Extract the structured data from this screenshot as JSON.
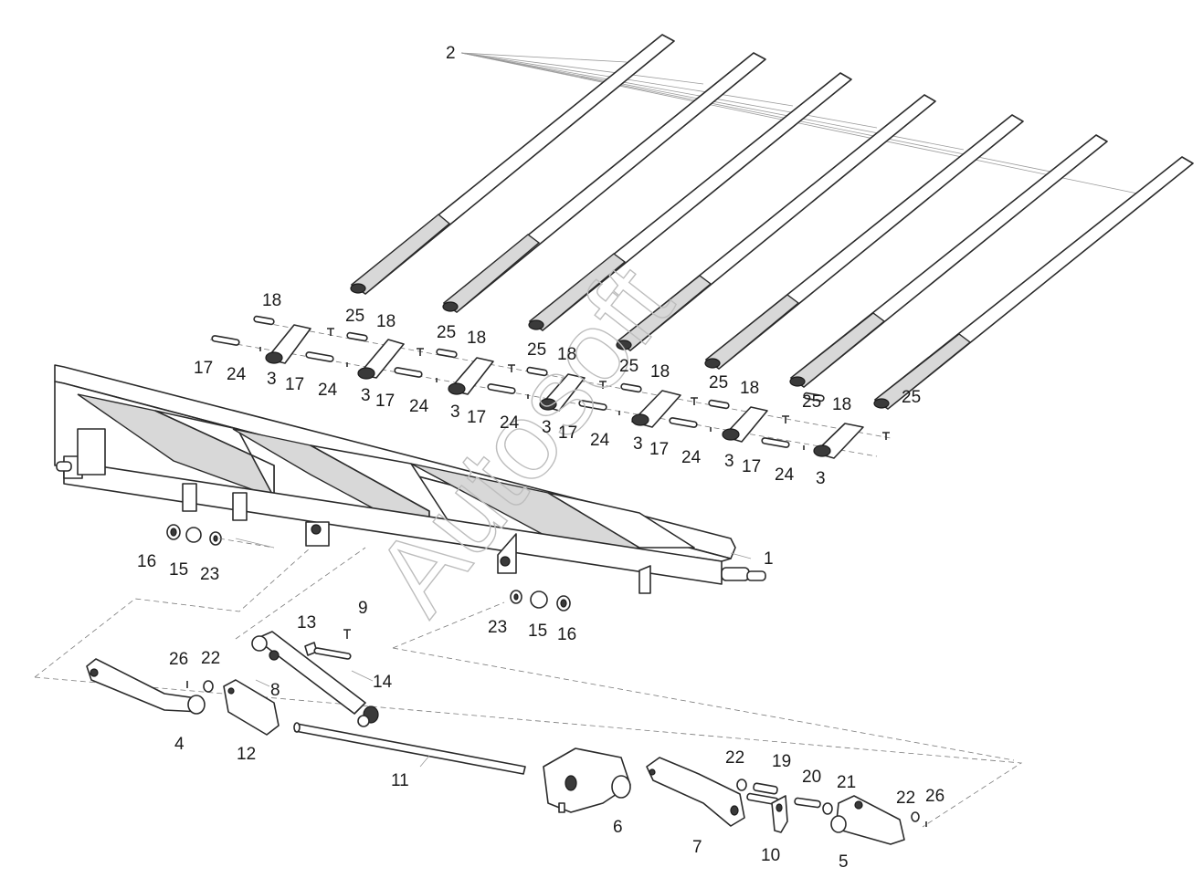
{
  "watermark": "Autosoft",
  "callouts": {
    "c1": "1",
    "c2": "2",
    "c3": "3",
    "c4": "4",
    "c5": "5",
    "c6": "6",
    "c7": "7",
    "c8": "8",
    "c9": "9",
    "c10": "10",
    "c11": "11",
    "c12": "12",
    "c13": "13",
    "c14": "14",
    "c15": "15",
    "c16": "16",
    "c17": "17",
    "c18": "18",
    "c19": "19",
    "c20": "20",
    "c21": "21",
    "c22": "22",
    "c23": "23",
    "c24": "24",
    "c25": "25",
    "c26": "26"
  }
}
